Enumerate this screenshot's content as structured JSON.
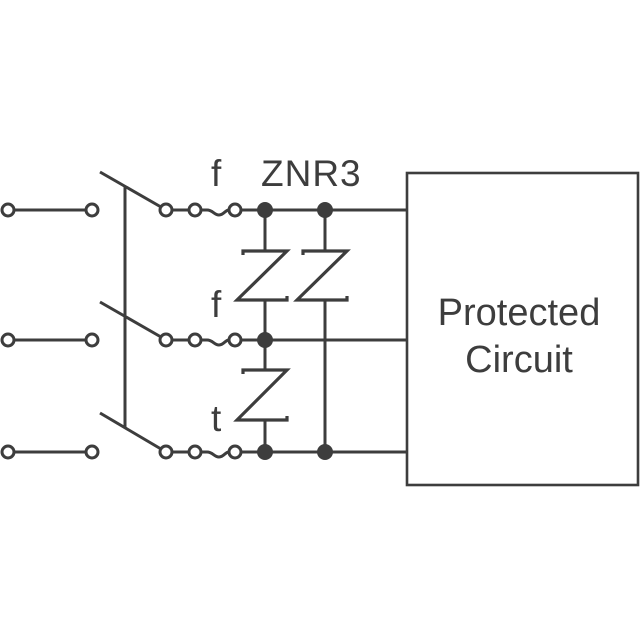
{
  "diagram": {
    "labels": {
      "fuse_top": "f",
      "fuse_middle": "f",
      "fuse_bottom": "t",
      "varistor": "ZNR3"
    },
    "protected_circuit": {
      "line1": "Protected",
      "line2": "Circuit"
    },
    "colors": {
      "ink": "#3d3d3d",
      "background": "#ffffff"
    }
  }
}
